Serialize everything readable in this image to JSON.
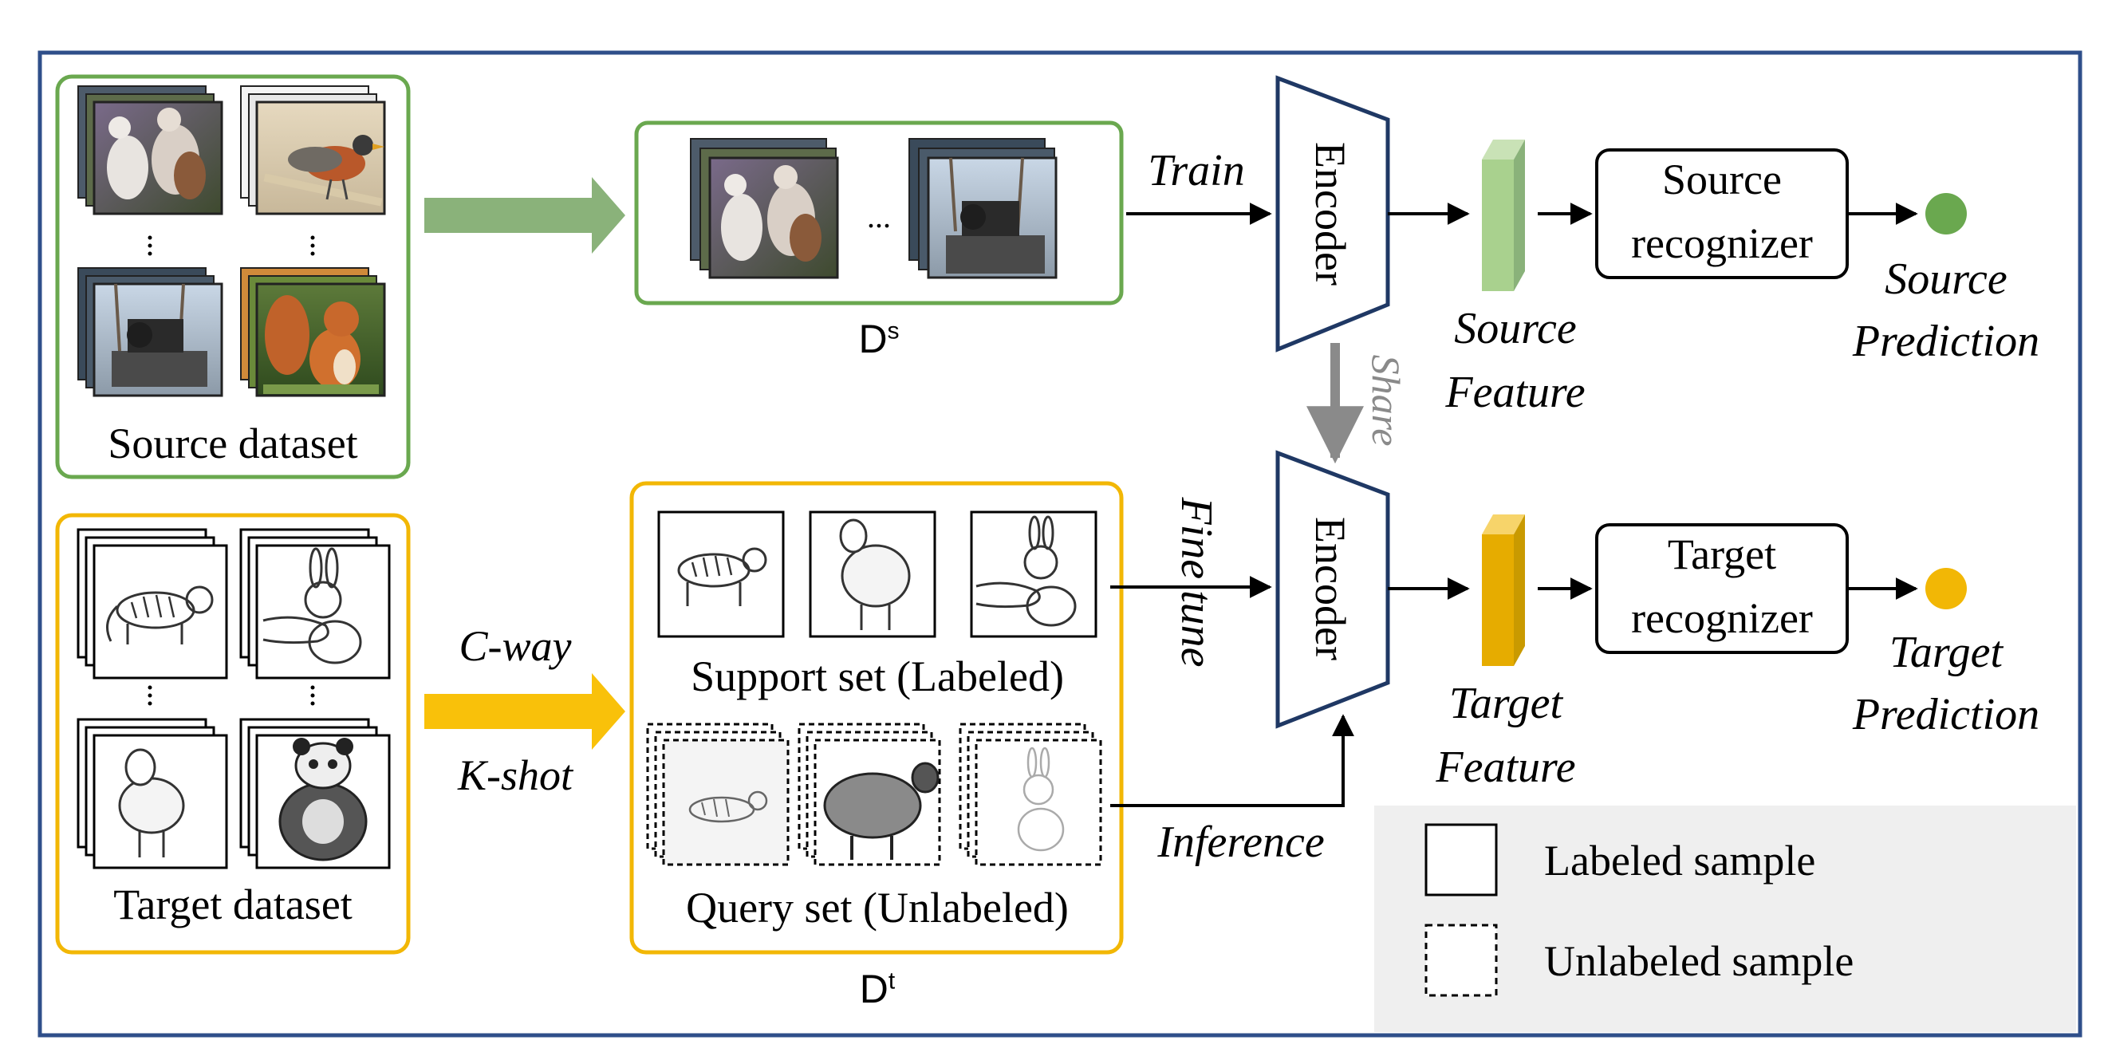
{
  "colors": {
    "frame": "#2f4f8a",
    "source_green": "#6aa84f",
    "source_light": "#a9d18e",
    "target_gold": "#f2b705",
    "target_dark": "#c99a00",
    "share_gray": "#8a8a8a",
    "legend_bg": "#efefef"
  },
  "source": {
    "dataset_label": "Source dataset",
    "set_label_main": "D",
    "set_label_sup": "s",
    "train_label": "Train",
    "encoder_label": "Encoder",
    "feature_label_1": "Source",
    "feature_label_2": "Feature",
    "recognizer_line1": "Source",
    "recognizer_line2": "recognizer",
    "prediction_line1": "Source",
    "prediction_line2": "Prediction",
    "ellipsis": "..."
  },
  "share_label": "Share",
  "target": {
    "dataset_label": "Target dataset",
    "cway_label": "C-way",
    "kshot_label": "K-shot",
    "support_label": "Support set (Labeled)",
    "query_label": "Query set (Unlabeled)",
    "set_label_main": "D",
    "set_label_sup": "t",
    "finetune_label": "Fine tune",
    "inference_label": "Inference",
    "encoder_label": "Encoder",
    "feature_label_1": "Target",
    "feature_label_2": "Feature",
    "recognizer_line1": "Target",
    "recognizer_line2": "recognizer",
    "prediction_line1": "Target",
    "prediction_line2": "Prediction"
  },
  "legend": {
    "labeled": "Labeled sample",
    "unlabeled": "Unlabeled sample"
  },
  "icons": [
    "dog-photo",
    "bird-photo",
    "statue-photo",
    "squirrel-photo",
    "tiger-sketch",
    "rabbit-sketch",
    "sheep-sketch",
    "panda-sketch"
  ]
}
